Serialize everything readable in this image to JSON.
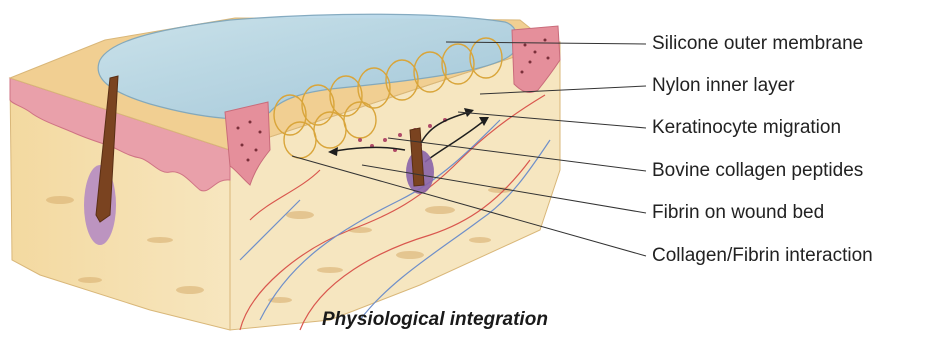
{
  "diagram": {
    "labels": [
      "Silicone outer membrane",
      "Nylon inner layer",
      "Keratinocyte migration",
      "Bovine collagen peptides",
      "Fibrin on wound bed",
      "Collagen/Fibrin interaction"
    ],
    "caption": "Physiological integration"
  },
  "colors": {
    "membrane": "#bcd9e8",
    "epidermis": "#e79aa6",
    "dermis": "#f3dba2",
    "nylon": "#e0b14e",
    "hair": "#7a4320",
    "bulb": "#8a63a8",
    "vessel_red": "#d9574e",
    "vessel_blue": "#6f8fc9"
  }
}
